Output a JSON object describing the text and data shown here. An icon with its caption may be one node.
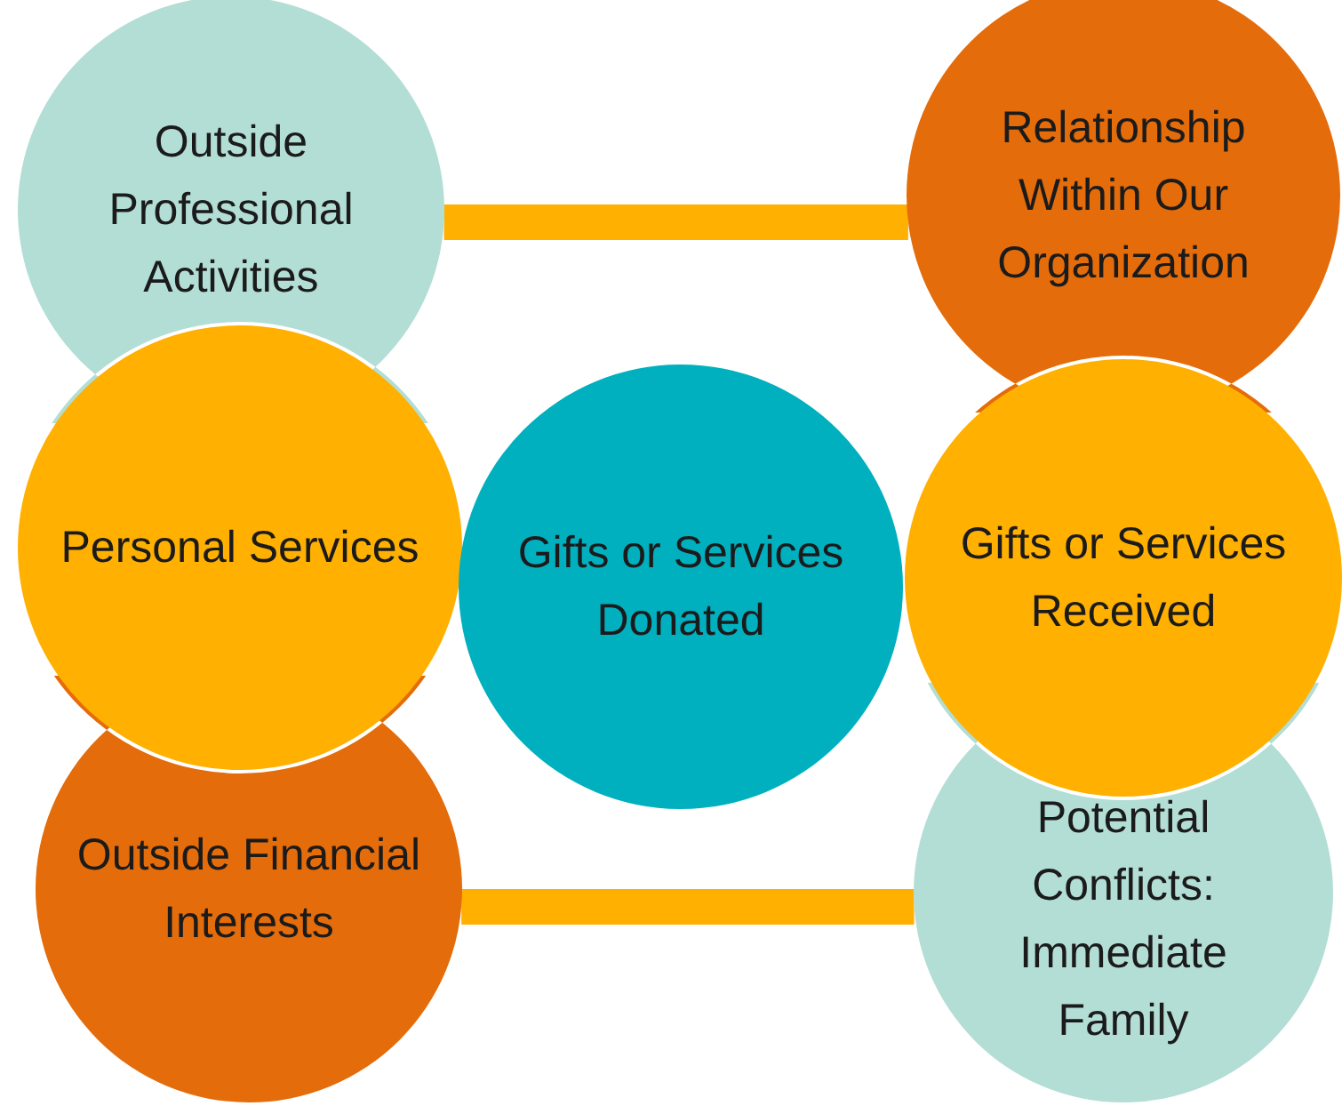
{
  "diagram": {
    "nodes": [
      {
        "text": [
          "Outside Professional Activities"
        ]
      },
      {
        "text": [
          "Relationship Within Our Organization"
        ]
      },
      {
        "text": [
          "Personal Services"
        ]
      },
      {
        "text": [
          "Gifts or Services Donated"
        ]
      },
      {
        "text": [
          "Gifts or Services Received"
        ]
      },
      {
        "text": [
          "Outside Financial Interests"
        ]
      },
      {
        "text": [
          "Potential Conflicts: Immediate Family"
        ]
      }
    ],
    "edges": [
      {
        "from": 0,
        "to": 1,
        "arrow": "none"
      },
      {
        "from": 5,
        "to": 6,
        "arrow": "none"
      }
    ]
  }
}
